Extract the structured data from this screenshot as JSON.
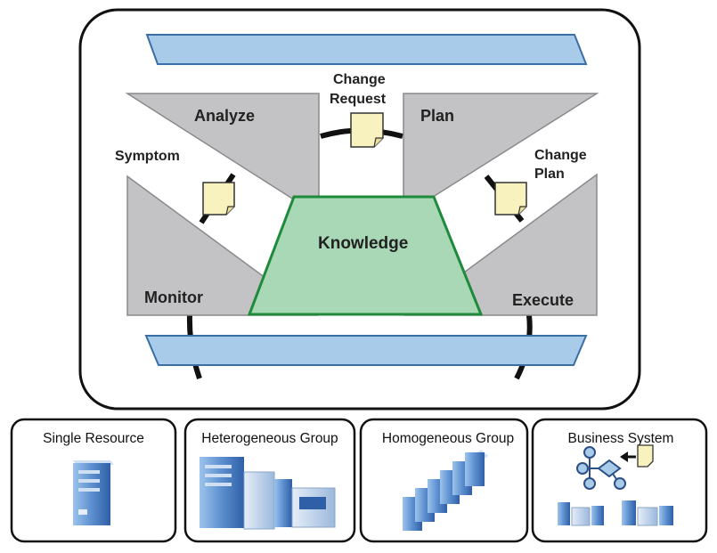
{
  "loop": {
    "analyze": "Analyze",
    "plan": "Plan",
    "monitor": "Monitor",
    "execute": "Execute",
    "knowledge": "Knowledge",
    "symptom": "Symptom",
    "change_request": [
      "Change",
      "Request"
    ],
    "change_plan": [
      "Change",
      "Plan"
    ]
  },
  "resources": [
    {
      "label": "Single Resource"
    },
    {
      "label": "Heterogeneous Group"
    },
    {
      "label": "Homogeneous Group"
    },
    {
      "label": "Business System"
    }
  ],
  "colors": {
    "gray": "#c3c3c5",
    "knowledge_fill": "#a9d8b6",
    "knowledge_stroke": "#1f8a3c",
    "bus_fill": "#a9cbea",
    "note": "#f8f2bf",
    "server": "#6e9fd4"
  }
}
